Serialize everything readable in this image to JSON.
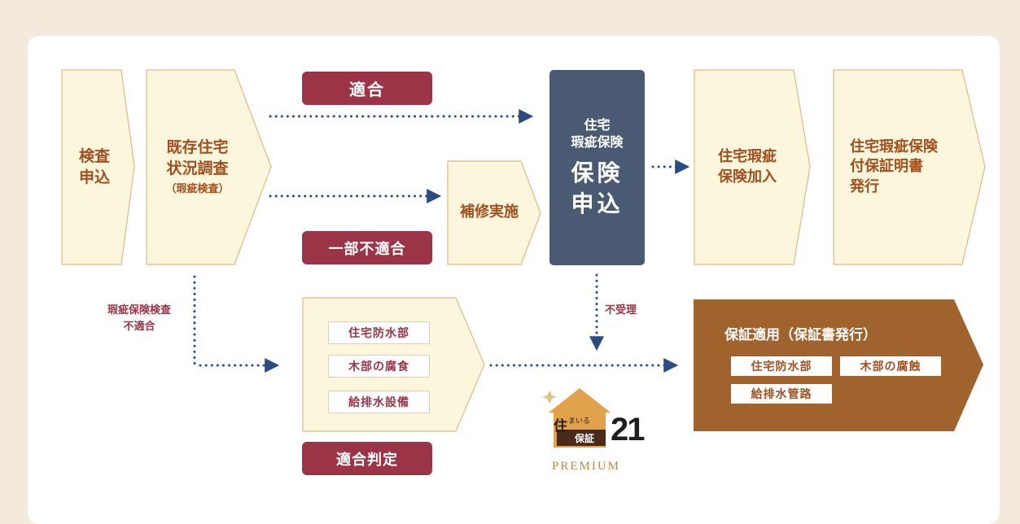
{
  "steps": {
    "inspection_apply": [
      "検査",
      "申込"
    ],
    "survey": [
      "既存住宅",
      "状況調査",
      "（瑕疵検査）"
    ],
    "repair": "補修実施",
    "insurance_apply": [
      "住宅",
      "瑕疵保険",
      "保険",
      "申込"
    ],
    "join": [
      "住宅瑕疵",
      "保険加入"
    ],
    "certificate": [
      "住宅瑕疵保険",
      "付保証明書",
      "発行"
    ]
  },
  "badges": {
    "pass": "適合",
    "partial_fail": "一部不適合",
    "judgement": "適合判定"
  },
  "side_labels": {
    "inspection_fail": [
      "瑕疵保険検査",
      "不適合"
    ],
    "not_accepted": "不受理"
  },
  "check_items": [
    "住宅防水部",
    "木部の腐食",
    "給排水設備"
  ],
  "warranty": {
    "title": "保証適用（保証書発行）",
    "items": [
      "住宅防水部",
      "木部の腐蝕",
      "給排水管路"
    ]
  },
  "logo": {
    "kanji_top": "住",
    "kana": "まいる",
    "kanji_bottom": "保証",
    "number": "21",
    "premium": "PREMIUM"
  },
  "colors": {
    "cream": "#fcf6dc",
    "cream_stroke": "#e1b887",
    "navy": "#4b5a73",
    "burgundy": "#9b3446",
    "brown": "#a0632e",
    "dots": "#2d4b83"
  }
}
